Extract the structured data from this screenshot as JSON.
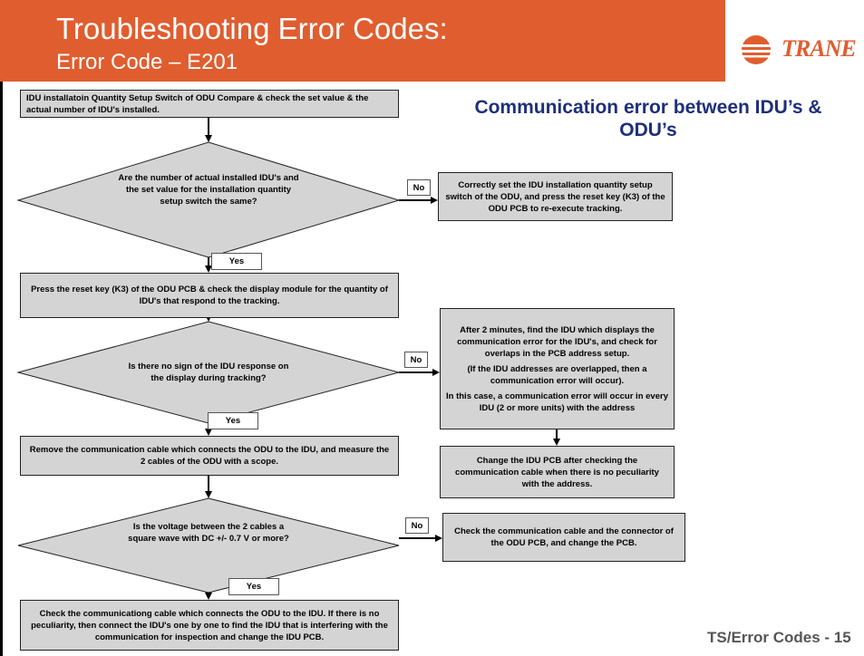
{
  "header": {
    "title": "Troubleshooting Error Codes:",
    "subtitle": "Error Code – E201",
    "color": "#e05d2f"
  },
  "logo": {
    "text": "TRANE",
    "icon": "trane-globe-logo"
  },
  "heading": "Communication error between IDU’s & ODU’s",
  "footer": "TS/Error Codes - 15",
  "flowchart": {
    "step1": "IDU installatoin Quantity Setup Switch of ODU Compare & check the set value & the actual number of IDU's installed.",
    "decision1": "Are the number of actual installed IDU's and the set value for the installation quantity setup switch the same?",
    "no1": "Correctly set the IDU installation quantity setup switch of the ODU, and press the reset key (K3) of the ODU PCB to re-execute tracking.",
    "step2": "Press the reset key (K3) of the ODU PCB & check the display module for the quantity of IDU's that respond to the tracking.",
    "decision2": "Is there no sign of the IDU response on the display during tracking?",
    "no2": {
      "p1": "After 2 minutes, find the IDU which displays the communication error for the IDU's, and check for overlaps in the PCB address setup.",
      "p2": "(If the IDU addresses are overlapped, then a communication error will occur).",
      "p3": "In this case, a communication error will occur in every IDU (2 or more units) with the address"
    },
    "no2b": "Change the IDU PCB after checking the communication cable when there is no peculiarity with the address.",
    "step3": "Remove the communication cable which connects the ODU to the IDU, and measure the 2 cables of the ODU with a scope.",
    "decision3": "Is the voltage between the 2 cables a square wave with DC  +/- 0.7 V or more?",
    "no3": "Check the communication cable and the connector of the ODU PCB, and change the PCB.",
    "step4": "Check the communicationg cable which connects the ODU to the IDU.  If there is no peculiarity, then connect the IDU's one by one to find the IDU that is interfering with the communication for inspection and change the IDU PCB.",
    "labels": {
      "no": "No",
      "yes": "Yes"
    }
  }
}
